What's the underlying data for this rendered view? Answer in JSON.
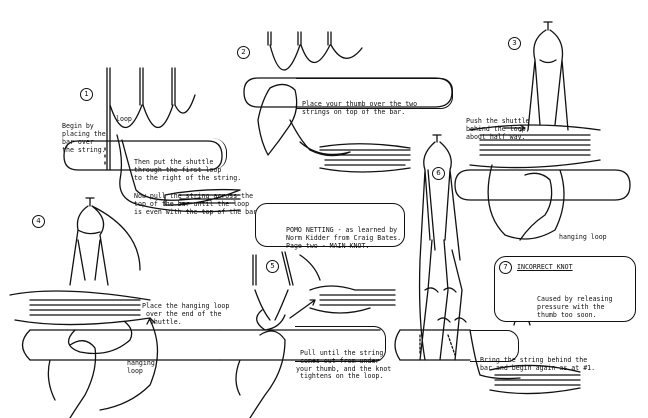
{
  "title": "POMO NETTING - as learned by Norm Kidder from Craig Bates. Page two - MAIN KNOT.",
  "title_box": {
    "line1": "POMO NETTING - as learned by",
    "line2": "Norm Kidder from Craig Bates.",
    "line3": "Page two - MAIN KNOT."
  },
  "steps": [
    {
      "number": "1",
      "texts": {
        "begin": [
          "Begin by",
          "placing the",
          "bar over",
          "the string."
        ],
        "loop_label": "loop",
        "shuttle": [
          "Then put the shuttle",
          "through the first loop",
          "to the right of the string."
        ],
        "pull": [
          "Now pull the string across the",
          "top of the bar until the loop",
          "is even with the top of the bar."
        ]
      }
    },
    {
      "number": "2",
      "texts": {
        "thumb": [
          "Place your thumb over the two",
          "strings on top of the bar."
        ]
      }
    },
    {
      "number": "3",
      "texts": {
        "push": [
          "Push the shuttle",
          "behind the loop,",
          "about half way."
        ],
        "hanging_loop": "hanging loop"
      }
    },
    {
      "number": "4",
      "texts": {
        "place": [
          "Place the hanging loop",
          "over the end of the",
          "shuttle."
        ],
        "hanging_loop": [
          "hanging",
          "loop"
        ]
      }
    },
    {
      "number": "5",
      "texts": {
        "pull": [
          "Pull until the string",
          "comes out from under",
          "your thumb, and the knot"
        ],
        "tightens": "tightens on the loop."
      }
    },
    {
      "number": "6",
      "texts": {
        "bring": [
          "Bring the string behind the",
          "bar and begin again as at #1."
        ]
      }
    },
    {
      "number": "7",
      "texts": {
        "heading": "INCORRECT KNOT",
        "caused": [
          "Caused by releasing",
          "pressure with the",
          "thumb too soon."
        ]
      }
    }
  ]
}
